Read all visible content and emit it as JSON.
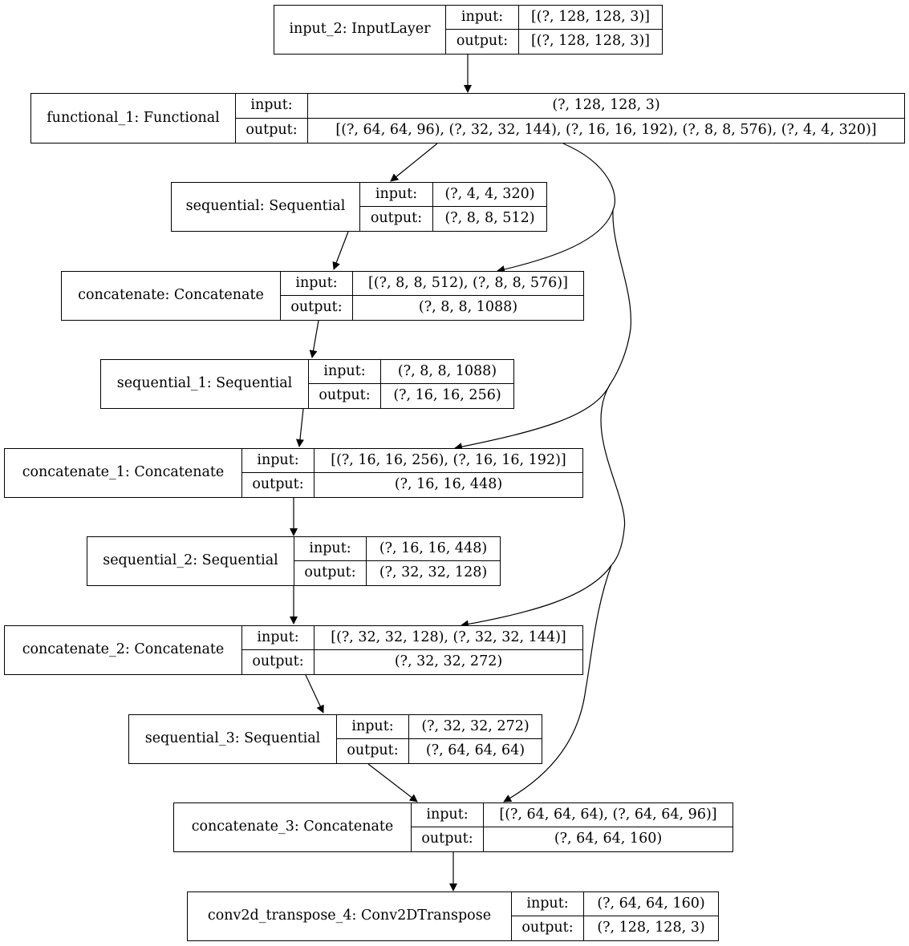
{
  "labels": {
    "input": "input:",
    "output": "output:"
  },
  "nodes": [
    {
      "id": "input_2",
      "name": "input_2: InputLayer",
      "input": "[(?, 128, 128, 3)]",
      "output": "[(?, 128, 128, 3)]"
    },
    {
      "id": "functional_1",
      "name": "functional_1: Functional",
      "input": "(?, 128, 128, 3)",
      "output": "[(?, 64, 64, 96), (?, 32, 32, 144), (?, 16, 16, 192), (?, 8, 8, 576), (?, 4, 4, 320)]"
    },
    {
      "id": "sequential",
      "name": "sequential: Sequential",
      "input": "(?, 4, 4, 320)",
      "output": "(?, 8, 8, 512)"
    },
    {
      "id": "concatenate",
      "name": "concatenate: Concatenate",
      "input": "[(?, 8, 8, 512), (?, 8, 8, 576)]",
      "output": "(?, 8, 8, 1088)"
    },
    {
      "id": "sequential_1",
      "name": "sequential_1: Sequential",
      "input": "(?, 8, 8, 1088)",
      "output": "(?, 16, 16, 256)"
    },
    {
      "id": "concatenate_1",
      "name": "concatenate_1: Concatenate",
      "input": "[(?, 16, 16, 256), (?, 16, 16, 192)]",
      "output": "(?, 16, 16, 448)"
    },
    {
      "id": "sequential_2",
      "name": "sequential_2: Sequential",
      "input": "(?, 16, 16, 448)",
      "output": "(?, 32, 32, 128)"
    },
    {
      "id": "concatenate_2",
      "name": "concatenate_2: Concatenate",
      "input": "[(?, 32, 32, 128), (?, 32, 32, 144)]",
      "output": "(?, 32, 32, 272)"
    },
    {
      "id": "sequential_3",
      "name": "sequential_3: Sequential",
      "input": "(?, 32, 32, 272)",
      "output": "(?, 64, 64, 64)"
    },
    {
      "id": "concatenate_3",
      "name": "concatenate_3: Concatenate",
      "input": "[(?, 64, 64, 64), (?, 64, 64, 96)]",
      "output": "(?, 64, 64, 160)"
    },
    {
      "id": "conv2d_transpose_4",
      "name": "conv2d_transpose_4: Conv2DTranspose",
      "input": "(?, 64, 64, 160)",
      "output": "(?, 128, 128, 3)"
    }
  ],
  "edges": [
    {
      "from": "input_2",
      "to": "functional_1"
    },
    {
      "from": "functional_1",
      "to": "sequential"
    },
    {
      "from": "functional_1",
      "to": "concatenate"
    },
    {
      "from": "sequential",
      "to": "concatenate"
    },
    {
      "from": "concatenate",
      "to": "sequential_1"
    },
    {
      "from": "functional_1",
      "to": "concatenate_1"
    },
    {
      "from": "sequential_1",
      "to": "concatenate_1"
    },
    {
      "from": "concatenate_1",
      "to": "sequential_2"
    },
    {
      "from": "functional_1",
      "to": "concatenate_2"
    },
    {
      "from": "sequential_2",
      "to": "concatenate_2"
    },
    {
      "from": "concatenate_2",
      "to": "sequential_3"
    },
    {
      "from": "functional_1",
      "to": "concatenate_3"
    },
    {
      "from": "sequential_3",
      "to": "concatenate_3"
    },
    {
      "from": "concatenate_3",
      "to": "conv2d_transpose_4"
    }
  ]
}
